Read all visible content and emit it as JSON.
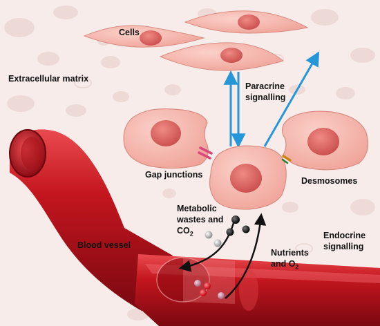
{
  "labels": {
    "cells": "Cells",
    "extracellular_matrix": "Extracellular matrix",
    "paracrine_line1": "Paracrine",
    "paracrine_line2": "signalling",
    "gap_junctions": "Gap junctions",
    "desmosomes": "Desmosomes",
    "metabolic_line1": "Metabolic",
    "metabolic_line2": "wastes and",
    "co2_main": "CO",
    "co2_sub": "2",
    "blood_vessel": "Blood vessel",
    "nutrients_line1": "Nutrients",
    "nutrients_line2_main": "and O",
    "nutrients_line2_sub": "2",
    "endocrine_line1": "Endocrine",
    "endocrine_line2": "signalling"
  },
  "colors": {
    "background": "#f7ecea",
    "matrix_blob": "#ecd7d3",
    "cell_fill": "#f2aca1",
    "cell_stroke": "#d98c80",
    "nucleus": "#dc6a66",
    "vessel_dark": "#8a0a12",
    "vessel_mid": "#c4161f",
    "vessel_light": "#ea4b50",
    "signal_arrow": "#2596d8",
    "transport_arrow": "#111111",
    "gap_junction": "#d94a7a",
    "desmosome": "#c8860f"
  }
}
